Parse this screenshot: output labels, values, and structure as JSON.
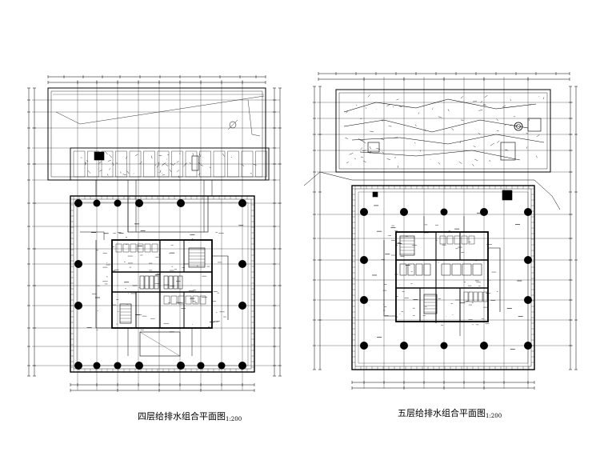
{
  "plans": [
    {
      "id": "left",
      "title": "四层给排水组合平面图",
      "scale": "1:200"
    },
    {
      "id": "right",
      "title": "五层给排水组合平面图",
      "scale": "1:200"
    }
  ],
  "colors": {
    "line": "#000000",
    "background": "#ffffff"
  }
}
